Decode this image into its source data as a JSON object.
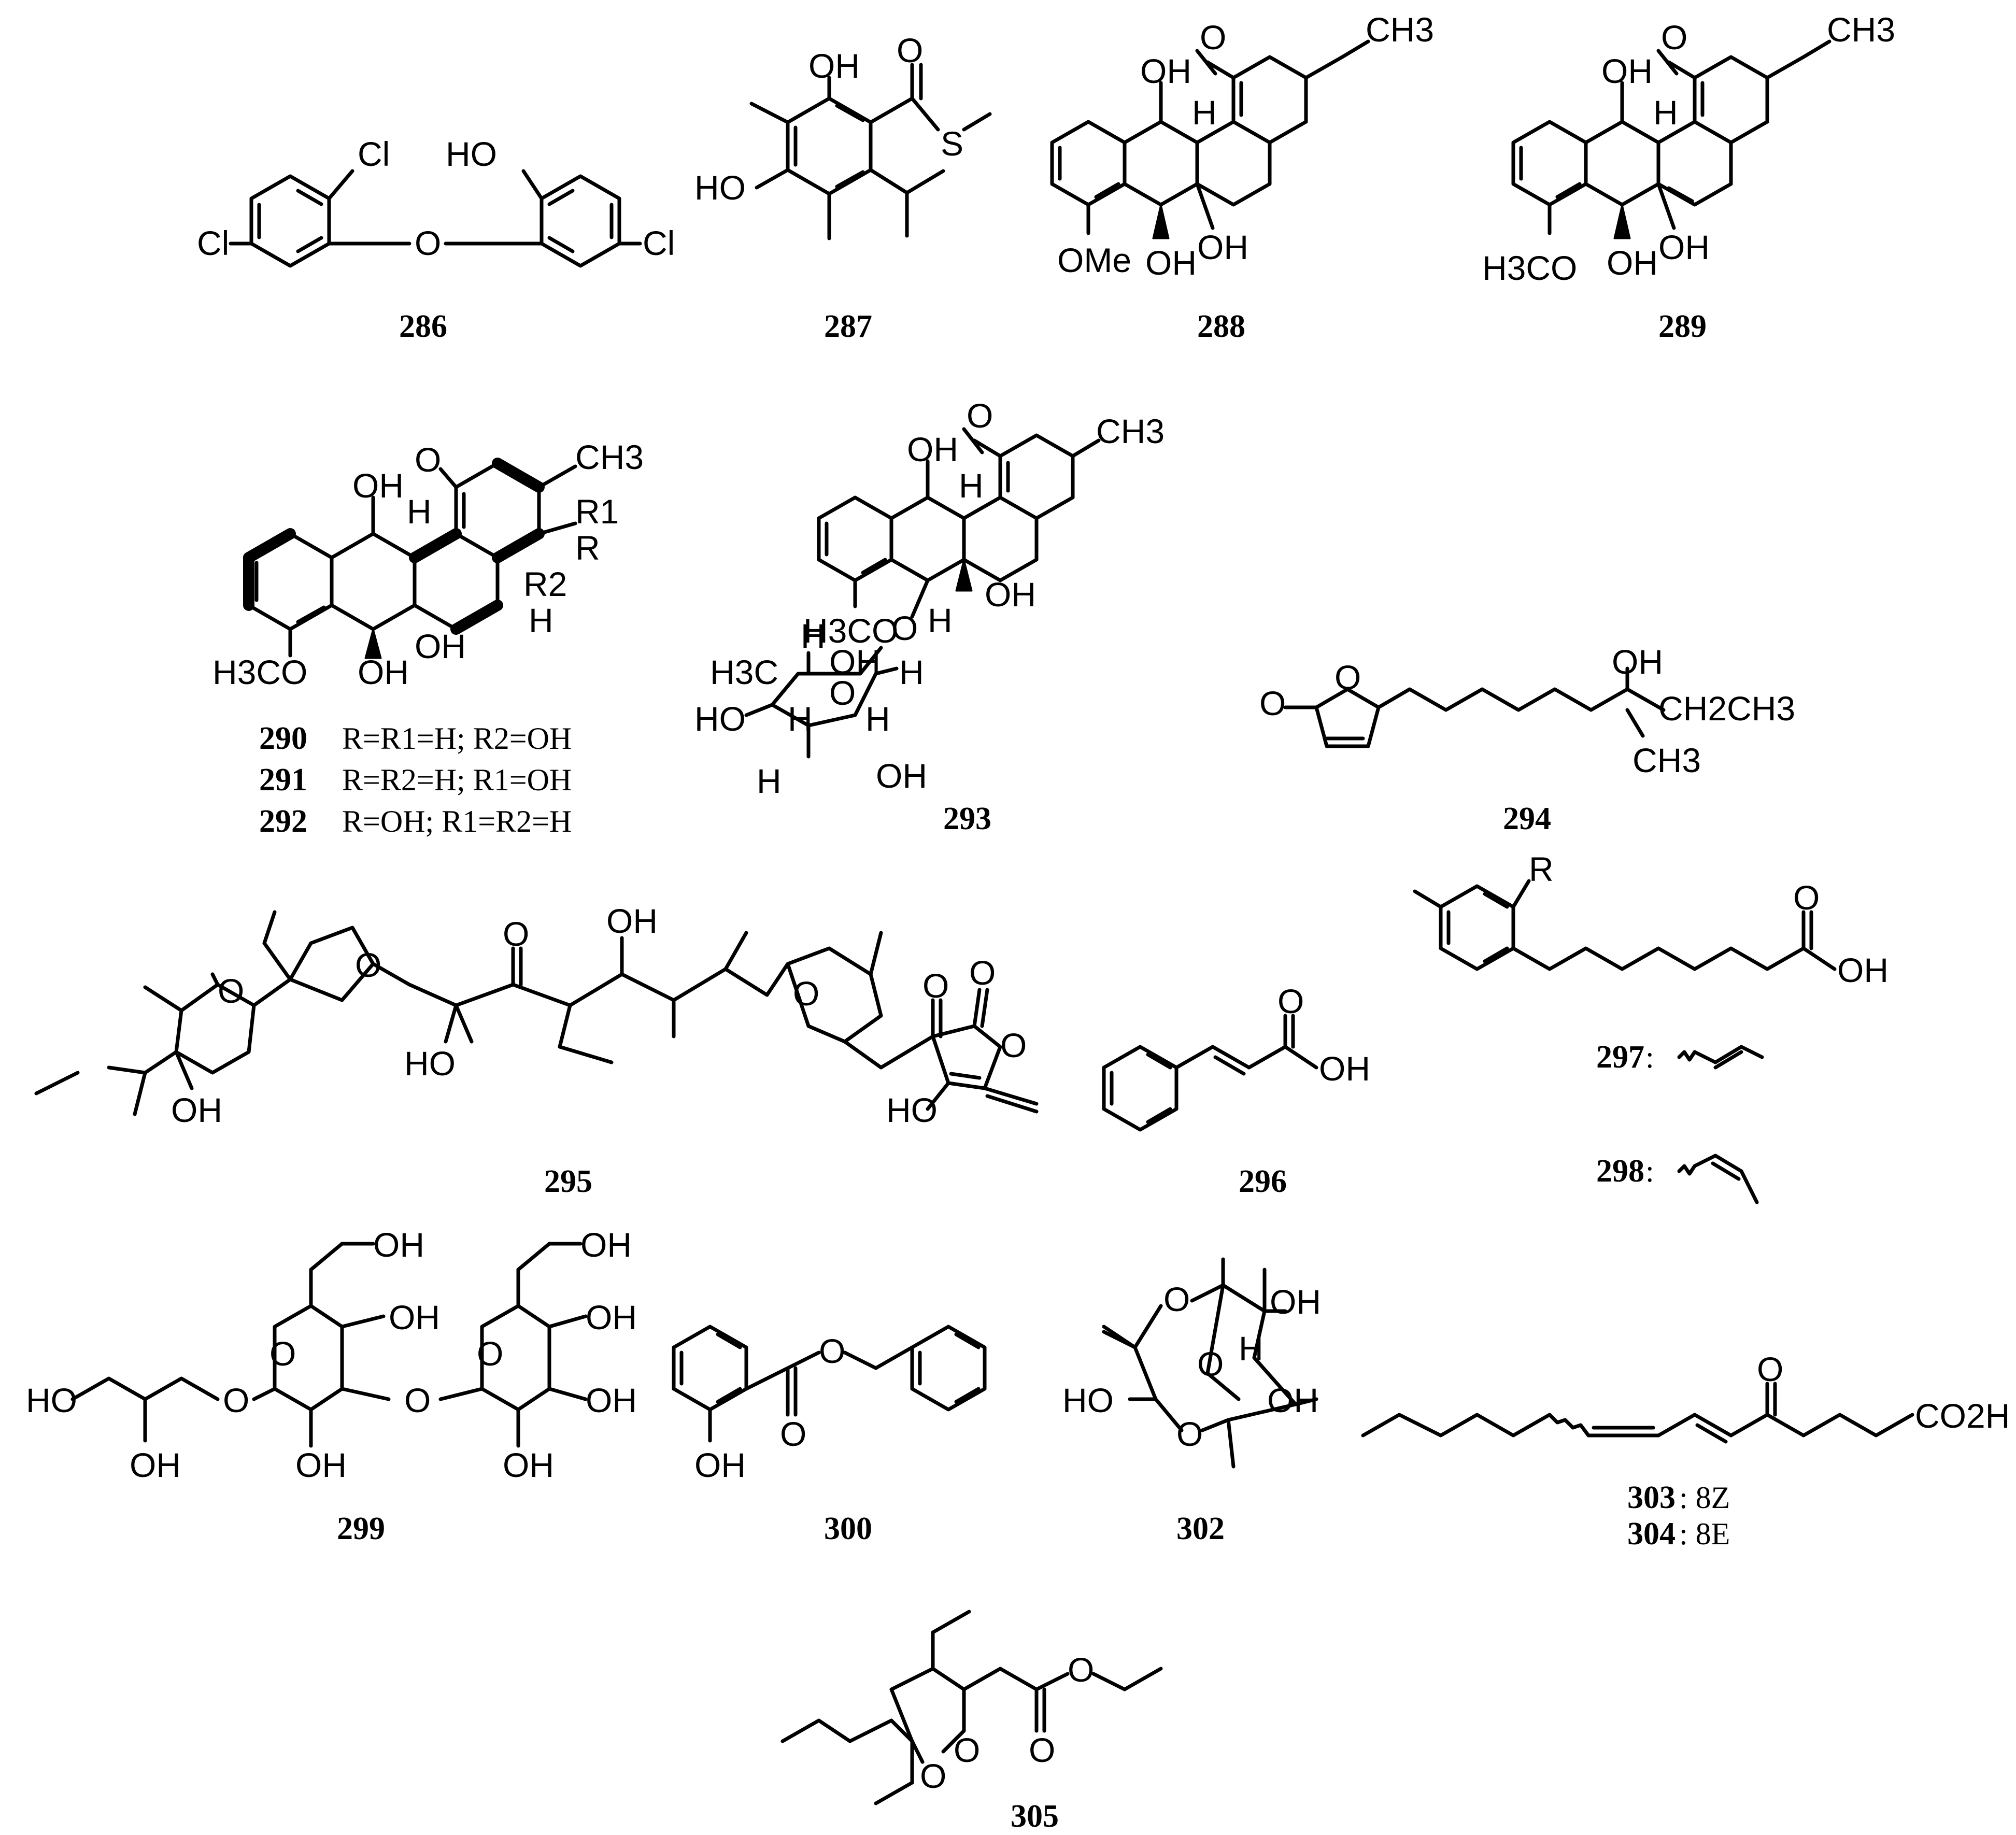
{
  "compounds": [
    {
      "id": "286",
      "atom_labels": [
        "Cl",
        "HO",
        "Cl",
        "O",
        "Cl"
      ]
    },
    {
      "id": "287",
      "atom_labels": [
        "OH",
        "O",
        "S",
        "HO"
      ]
    },
    {
      "id": "288",
      "atom_labels": [
        "O",
        "CH3",
        "OH",
        "H",
        "OMe",
        "OH",
        "OH"
      ]
    },
    {
      "id": "289",
      "atom_labels": [
        "O",
        "CH3",
        "OH",
        "H",
        "H3CO",
        "OH",
        "OH"
      ]
    },
    {
      "id": "290",
      "atom_labels": [
        "OH",
        "O",
        "CH3",
        "H",
        "R1",
        "R",
        "R2",
        "H",
        "H3CO",
        "OH",
        "OH"
      ],
      "caption": "R=R1=H; R2=OH"
    },
    {
      "id": "291",
      "caption": "R=R2=H; R1=OH"
    },
    {
      "id": "292",
      "caption": "R=OH; R1=R2=H"
    },
    {
      "id": "293",
      "atom_labels": [
        "OH",
        "O",
        "CH3",
        "H",
        "H3CO",
        "H",
        "OH",
        "O",
        "H",
        "OH",
        "H3C",
        "O",
        "H",
        "HO",
        "H",
        "H",
        "OH",
        "H"
      ]
    },
    {
      "id": "294",
      "atom_labels": [
        "O",
        "O",
        "OH",
        "CH2CH3",
        "CH3"
      ]
    },
    {
      "id": "295",
      "atom_labels": [
        "O",
        "O",
        "O",
        "OH",
        "O",
        "O",
        "O",
        "O",
        "HO",
        "OH",
        "HO"
      ]
    },
    {
      "id": "296",
      "atom_labels": [
        "O",
        "OH"
      ]
    },
    {
      "id": "297",
      "atom_labels": [
        "R",
        "O",
        "OH"
      ],
      "caption_suffix": ":"
    },
    {
      "id": "298",
      "caption_suffix": ":"
    },
    {
      "id": "299",
      "atom_labels": [
        "OH",
        "OH",
        "OH",
        "OH",
        "O",
        "O",
        "O",
        "HO",
        "OH",
        "OH",
        "OH",
        "O",
        "OH"
      ]
    },
    {
      "id": "300",
      "atom_labels": [
        "O",
        "OH",
        "O"
      ]
    },
    {
      "id": "302",
      "atom_labels": [
        "O",
        "OH",
        "H",
        "O",
        "HO",
        "OH",
        "O"
      ]
    },
    {
      "id": "303",
      "atom_labels": [
        "O",
        "CO2H"
      ],
      "caption": ": 8Z"
    },
    {
      "id": "304",
      "caption": ": 8E"
    },
    {
      "id": "305",
      "atom_labels": [
        "O",
        "O",
        "O",
        "O"
      ]
    }
  ]
}
